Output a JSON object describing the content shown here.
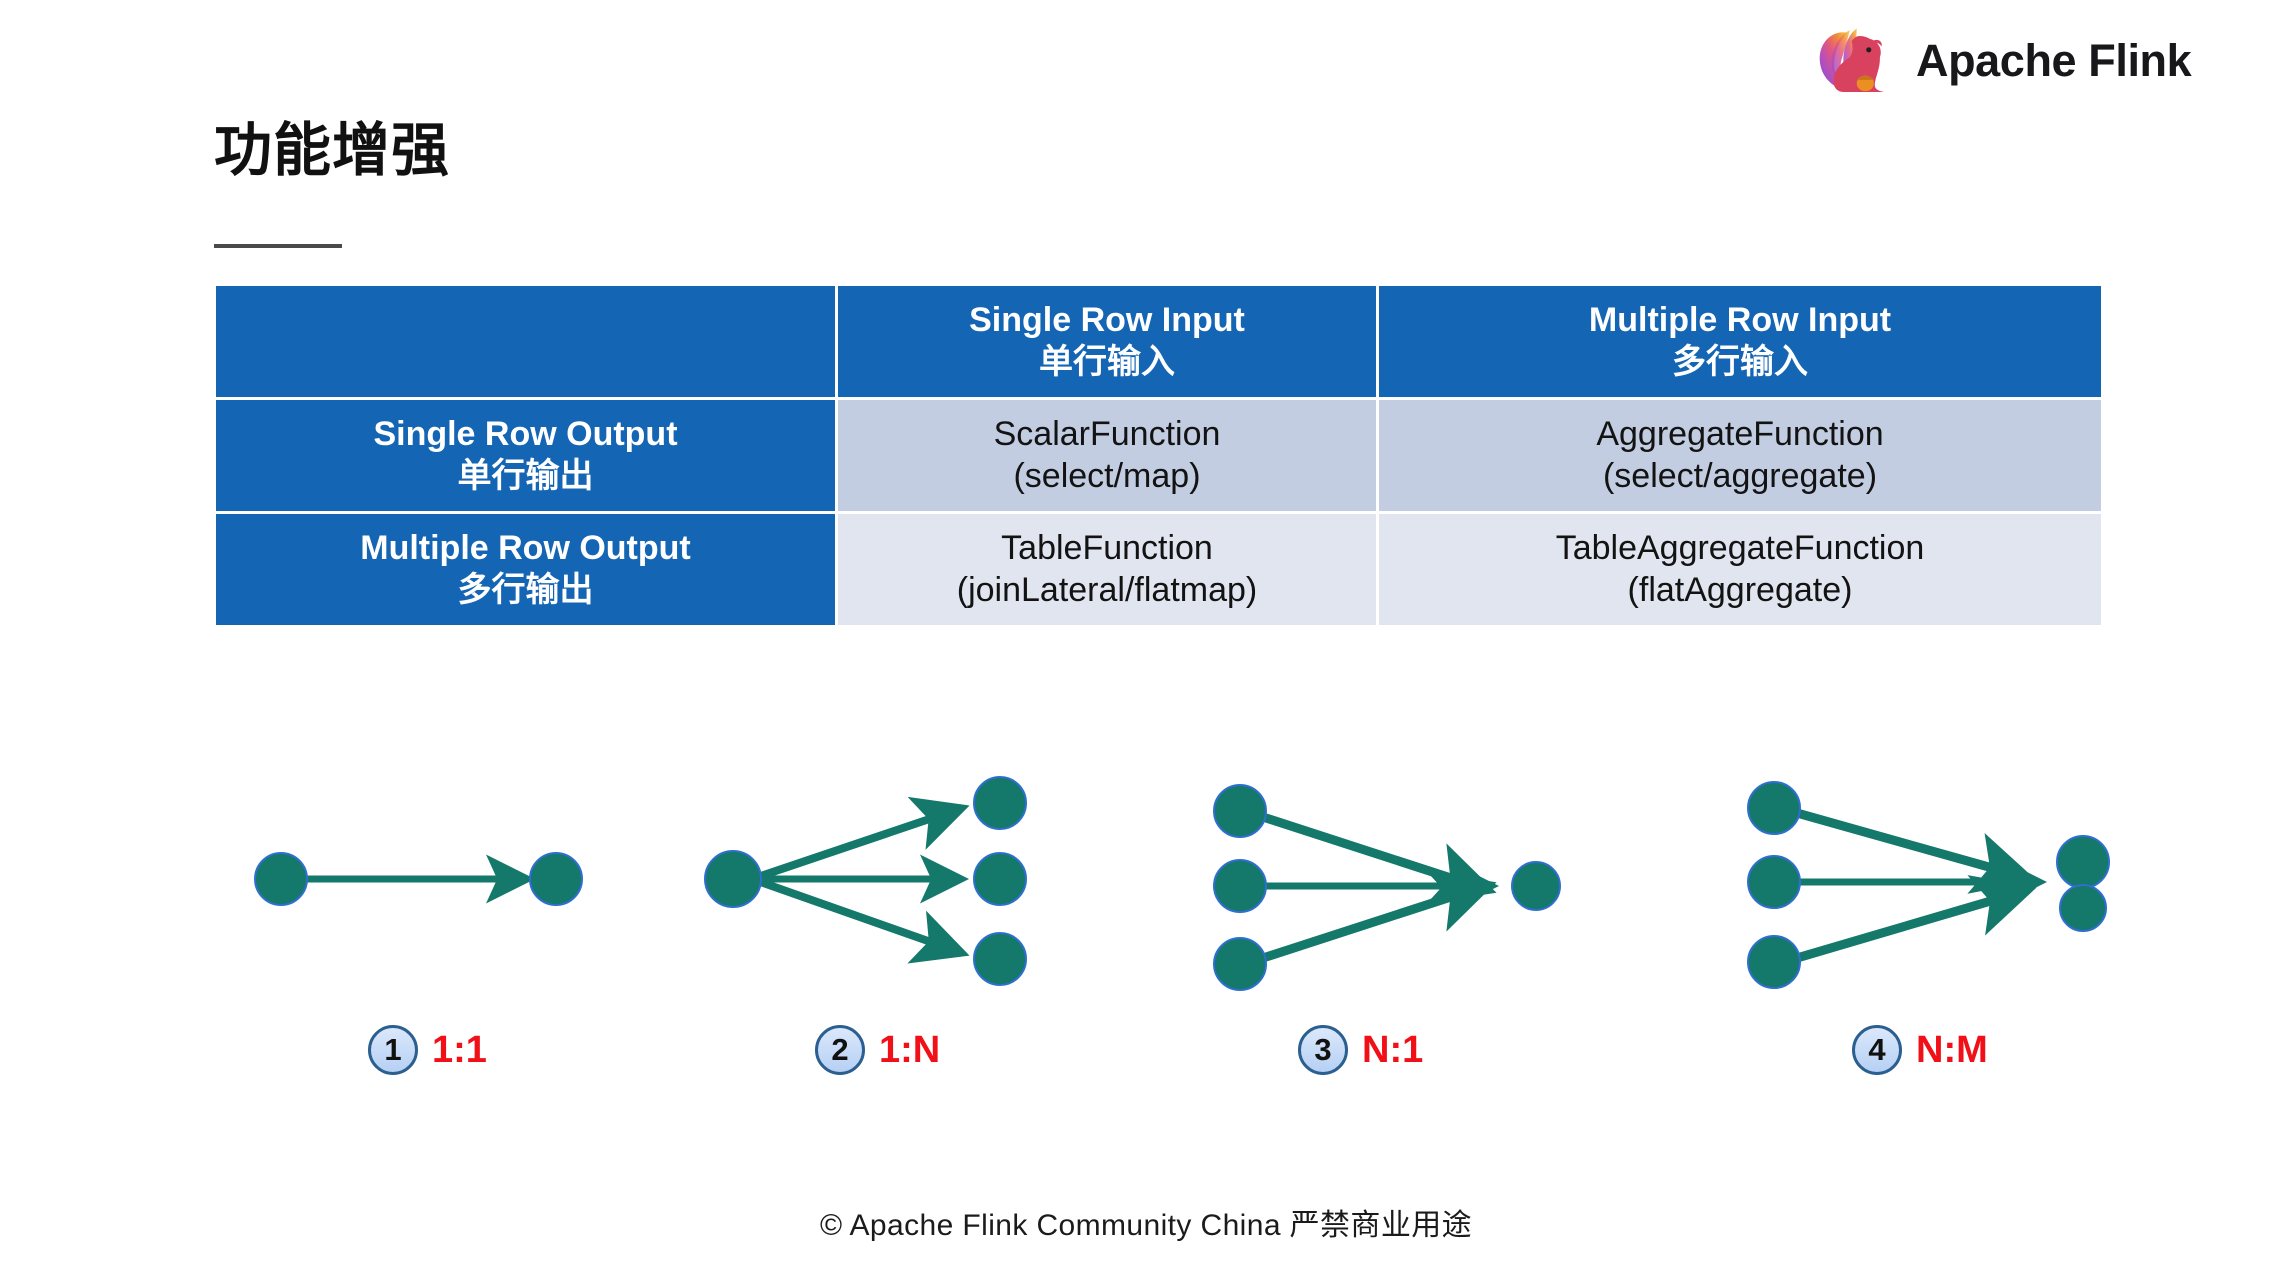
{
  "brand": {
    "logo_icon": "apache-flink-squirrel-icon",
    "wordmark": "Apache Flink"
  },
  "title": "功能增强",
  "table": {
    "corner_label": "",
    "column_headers": [
      {
        "en": "Single Row Input",
        "zh": "单行输入"
      },
      {
        "en": "Multiple Row Input",
        "zh": "多行输入"
      }
    ],
    "rows": [
      {
        "label": {
          "en": "Single Row Output",
          "zh": "单行输出"
        },
        "cells": [
          {
            "name": "ScalarFunction",
            "methods": "(select/map)"
          },
          {
            "name": "AggregateFunction",
            "methods": "(select/aggregate)"
          }
        ]
      },
      {
        "label": {
          "en": "Multiple Row Output",
          "zh": "多行输出"
        },
        "cells": [
          {
            "name": "TableFunction",
            "methods": "(joinLateral/flatmap)"
          },
          {
            "name": "TableAggregateFunction",
            "methods": "(flatAggregate)"
          }
        ]
      }
    ],
    "colors": {
      "header_bg": "#1565b5",
      "header_text": "#ffffff",
      "row1_bg": "#c2cde2",
      "row2_bg": "#e0e5ef",
      "body_text": "#131313"
    }
  },
  "diagrams": [
    {
      "badge": "1",
      "label": "1:1",
      "inputs": 1,
      "outputs": 1
    },
    {
      "badge": "2",
      "label": "1:N",
      "inputs": 1,
      "outputs": 3
    },
    {
      "badge": "3",
      "label": "N:1",
      "inputs": 3,
      "outputs": 1
    },
    {
      "badge": "4",
      "label": "N:M",
      "inputs": 3,
      "outputs": 2
    }
  ],
  "diagram_colors": {
    "node": "#14786b",
    "node_edge": "#2f6fd0",
    "arrow": "#14786b",
    "badge_border": "#2a5f8f",
    "badge_text": "#111111",
    "label_text": "#f10f18"
  },
  "footer": "© Apache Flink Community China  严禁商业用途"
}
